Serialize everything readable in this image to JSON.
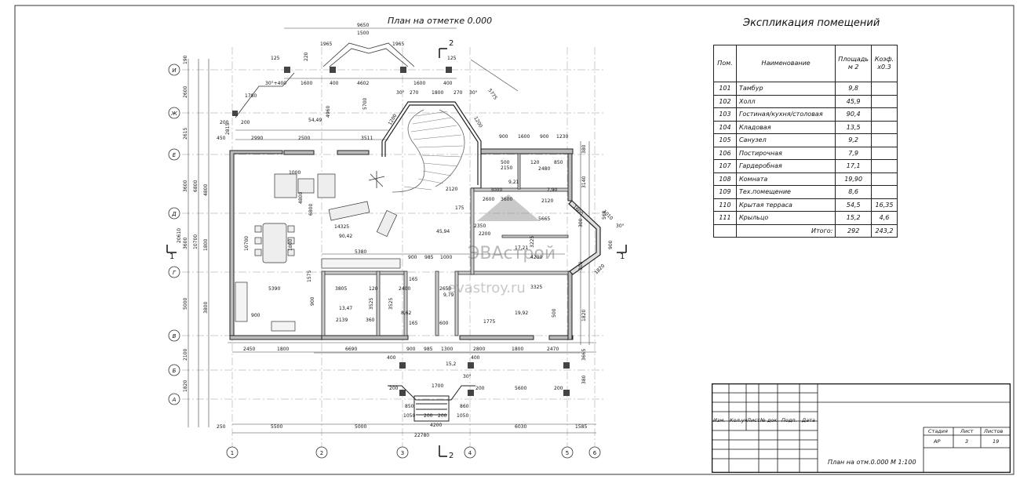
{
  "plan_title": "План на отметке 0.000",
  "explication": {
    "title": "Экспликация помещений",
    "headers": {
      "num": "Пом.",
      "name": "Наименование",
      "area": "Площадь м 2",
      "coef": "Коэф. х0.3"
    },
    "rows": [
      {
        "num": "101",
        "name": "Тамбур",
        "area": "9,8",
        "coef": ""
      },
      {
        "num": "102",
        "name": "Холл",
        "area": "45,9",
        "coef": ""
      },
      {
        "num": "103",
        "name": "Гостиная/кухня/столовая",
        "area": "90,4",
        "coef": ""
      },
      {
        "num": "104",
        "name": "Кладовая",
        "area": "13,5",
        "coef": ""
      },
      {
        "num": "105",
        "name": "Санузел",
        "area": "9,2",
        "coef": ""
      },
      {
        "num": "106",
        "name": "Постирочная",
        "area": "7,9",
        "coef": ""
      },
      {
        "num": "107",
        "name": "Гардеробная",
        "area": "17,1",
        "coef": ""
      },
      {
        "num": "108",
        "name": "Комната",
        "area": "19,90",
        "coef": ""
      },
      {
        "num": "109",
        "name": "Тех.помещение",
        "area": "8,6",
        "coef": ""
      },
      {
        "num": "110",
        "name": "Крытая терраса",
        "area": "54,5",
        "coef": "16,35"
      },
      {
        "num": "111",
        "name": "Крыльцо",
        "area": "15,2",
        "coef": "4,6"
      }
    ],
    "total": {
      "label": "Итого:",
      "area": "292",
      "coef": "243,2"
    }
  },
  "stamp": {
    "cols": [
      "Изм.",
      "Кол.уч",
      "Лист",
      "№ док.",
      "Подп.",
      "Дата"
    ],
    "stage_label": "Стадия",
    "sheet_label": "Лист",
    "sheets_label": "Листов",
    "stage": "АР",
    "sheet": "3",
    "sheets": "19",
    "drawing_name": "План на отм.0.000 М 1:100"
  },
  "watermark": {
    "line1": "ЭВАстрой",
    "line2": "evastroy.ru"
  },
  "axes": {
    "rows": [
      "И",
      "Ж",
      "Е",
      "Д",
      "Г",
      "В",
      "Б",
      "А"
    ],
    "cols": [
      "1",
      "2",
      "3",
      "4",
      "5",
      "6"
    ]
  },
  "section_marks": {
    "one": "1",
    "two": "2"
  },
  "dims": {
    "top_overall": "9650",
    "top_1500": "1500",
    "top_1965a": "1965",
    "top_1965b": "1965",
    "top_125a": "125",
    "top_220": "220",
    "top_125b": "125",
    "r_1600a": "1600",
    "r_400a": "400",
    "r_4602": "4602",
    "r_1600b": "1600",
    "r_400b": "400",
    "r_30_400": "30°+400",
    "r_1780": "1780",
    "r_4960": "4960",
    "r_5700": "5700",
    "r_5775": "5775",
    "r_200a": "200",
    "r_200b": "200",
    "r_2815": "2815",
    "r_2990": "2990",
    "r_2500": "2500",
    "r_3511": "3511",
    "r_450": "450",
    "r_54": "54,49",
    "r_270a": "270",
    "r_1800": "1800",
    "r_270b": "270",
    "r_30a": "30°",
    "r_30b": "30°",
    "r_1200a": "1200",
    "r_1200b": "1200",
    "r_900a": "900",
    "r_1600c": "1600",
    "r_900b": "900",
    "r_1230": "1230",
    "r_380a": "380",
    "r_500": "500",
    "r_120": "120",
    "r_850": "850",
    "r_2480": "2480",
    "r_2150": "2150",
    "r_3140": "3140",
    "r_1000": "1000",
    "r_4800": "4800",
    "r_6800": "6800",
    "r_921": "9,21",
    "r_790": "7,90",
    "r_3000": "3000",
    "r_3600": "3600",
    "r_2120a": "2120",
    "r_2120b": "2120",
    "r_175": "175",
    "r_2600": "2600",
    "r_5665": "5665",
    "r_14325": "14325",
    "r_9042": "90,42",
    "r_4594": "45,94",
    "r_2350": "2350",
    "r_2200": "2200",
    "r_1721": "17,21",
    "r_3225": "3225",
    "r_4200": "4200",
    "r_5380": "5380",
    "r_900c": "900",
    "r_985a": "985",
    "r_1000b": "1000",
    "r_10700": "10700",
    "r_1800b": "1800",
    "r_5390": "5390",
    "r_1575": "1575",
    "r_3805": "3805",
    "r_120b": "120",
    "r_2400": "2400",
    "r_2650": "2650",
    "r_979": "9,79",
    "r_3325": "3325",
    "r_1347": "13,47",
    "r_3525a": "3525",
    "r_3525b": "3525",
    "r_900d": "900",
    "r_862": "8,62",
    "r_1992": "19,92",
    "r_2139": "2139",
    "r_360": "360",
    "r_165a": "165",
    "r_165b": "165",
    "r_600": "600",
    "r_1775": "1775",
    "r_500b": "500",
    "r_1820": "1820",
    "r_900e": "900",
    "b_2450": "2450",
    "b_1800a": "1800",
    "b_6690": "6690",
    "b_900": "900",
    "b_985": "985",
    "b_1300": "1300",
    "b_2800": "2800",
    "b_1800b": "1800",
    "b_2470": "2470",
    "b_400a": "400",
    "b_152": "15,2",
    "b_400b": "400",
    "b_1700": "1700",
    "b_30": "30°",
    "b_200a": "200",
    "b_200b": "200",
    "b_5600": "5600",
    "b_200c": "200",
    "b_380": "380",
    "b_850": "850",
    "b_860": "860",
    "b_1050a": "1050",
    "b_1050b": "1050",
    "b_200d": "200",
    "b_200e": "200",
    "b_4200": "4200",
    "b_250": "250",
    "b_5500": "5500",
    "b_5000": "5000",
    "b_6030": "6030",
    "b_1585": "1585",
    "b_22780": "22780",
    "b_3665": "3665",
    "l_190": "190",
    "l_2600": "2600",
    "l_2615": "2615",
    "l_3600a": "3600",
    "l_3600b": "3600",
    "l_5000": "5000",
    "l_2100": "2100",
    "l_1820": "1820",
    "l_20610": "20610",
    "l_3800": "3800",
    "l_4800": "4800",
    "l_1800": "1800",
    "l_10700": "10700",
    "l_6800": "6800",
    "e_560": "560",
    "e_30": "30°",
    "e_300": "300",
    "e_900": "900",
    "e_1010": "1010",
    "e_300b": "300",
    "e_1820": "1820",
    "e_1600": "1600"
  }
}
